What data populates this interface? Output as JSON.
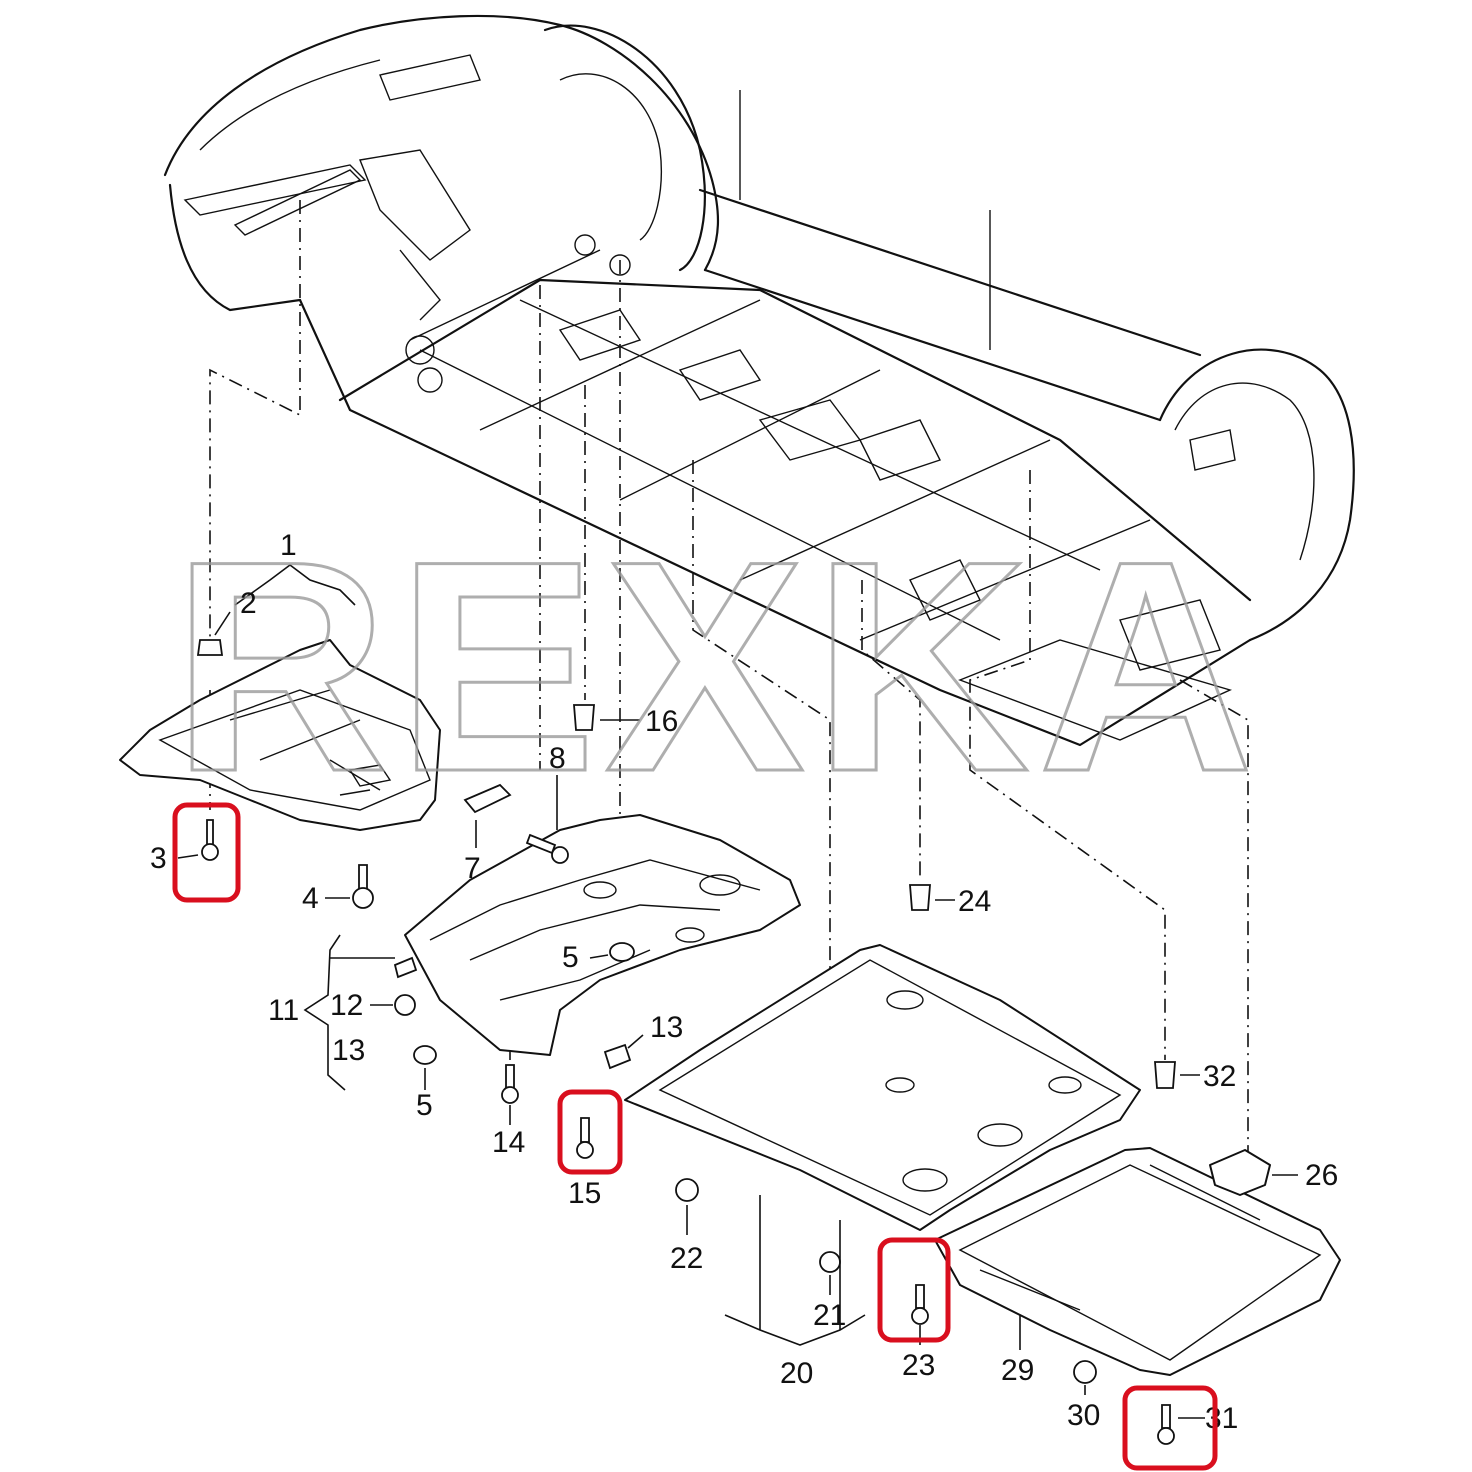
{
  "watermark": "REXKA",
  "callouts": [
    {
      "key": "c1",
      "text": "1"
    },
    {
      "key": "c2",
      "text": "2"
    },
    {
      "key": "c3",
      "text": "3"
    },
    {
      "key": "c4",
      "text": "4"
    },
    {
      "key": "c5a",
      "text": "5"
    },
    {
      "key": "c5b",
      "text": "5"
    },
    {
      "key": "c7",
      "text": "7"
    },
    {
      "key": "c8",
      "text": "8"
    },
    {
      "key": "c11",
      "text": "11"
    },
    {
      "key": "c12",
      "text": "12"
    },
    {
      "key": "c13a",
      "text": "13"
    },
    {
      "key": "c13b",
      "text": "13"
    },
    {
      "key": "c14",
      "text": "14"
    },
    {
      "key": "c15",
      "text": "15"
    },
    {
      "key": "c16",
      "text": "16"
    },
    {
      "key": "c20",
      "text": "20"
    },
    {
      "key": "c21",
      "text": "21"
    },
    {
      "key": "c22",
      "text": "22"
    },
    {
      "key": "c23",
      "text": "23"
    },
    {
      "key": "c24",
      "text": "24"
    },
    {
      "key": "c26",
      "text": "26"
    },
    {
      "key": "c29",
      "text": "29"
    },
    {
      "key": "c30",
      "text": "30"
    },
    {
      "key": "c31",
      "text": "31"
    },
    {
      "key": "c32",
      "text": "32"
    }
  ],
  "highlighted_parts": [
    "3",
    "15",
    "23",
    "31"
  ],
  "highlight_color": "#d90f1e"
}
